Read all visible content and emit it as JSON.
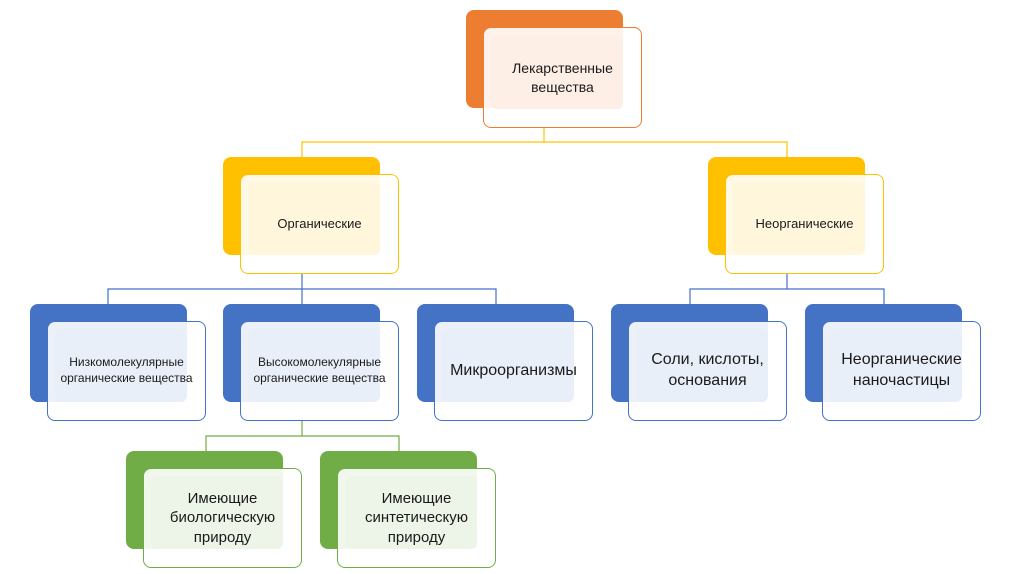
{
  "diagram": {
    "nodes": {
      "root": {
        "label": "Лекарственные вещества",
        "color": "#ED7D31",
        "fill": "#FDEEE6"
      },
      "organic": {
        "label": "Органические",
        "color": "#FFC000",
        "fill": "#FFF6DC"
      },
      "inorganic": {
        "label": "Неорганические",
        "color": "#FFC000",
        "fill": "#FFF6DC"
      },
      "low_molecular": {
        "label": "Низкомолекулярные органические вещества",
        "color": "#4472C4",
        "fill": "#E9EFF8"
      },
      "high_molecular": {
        "label": "Высокомолекулярные органические вещества",
        "color": "#4472C4",
        "fill": "#E9EFF8"
      },
      "microorganisms": {
        "label": "Микроорганизмы",
        "color": "#4472C4",
        "fill": "#E9EFF8"
      },
      "salts": {
        "label": "Соли, кислоты, основания",
        "color": "#4472C4",
        "fill": "#E9EFF8"
      },
      "nanoparticles": {
        "label": "Неорганические наночастицы",
        "color": "#4472C4",
        "fill": "#E9EFF8"
      },
      "biological": {
        "label": "Имеющие биологическую природу",
        "color": "#70AD47",
        "fill": "#EDF5E8"
      },
      "synthetic": {
        "label": "Имеющие синтетическую природу",
        "color": "#70AD47",
        "fill": "#EDF5E8"
      }
    },
    "edge_colors": {
      "root": "#FFC000",
      "organic": "#4472C4",
      "inorganic": "#4472C4",
      "high_molecular": "#70AD47"
    }
  }
}
